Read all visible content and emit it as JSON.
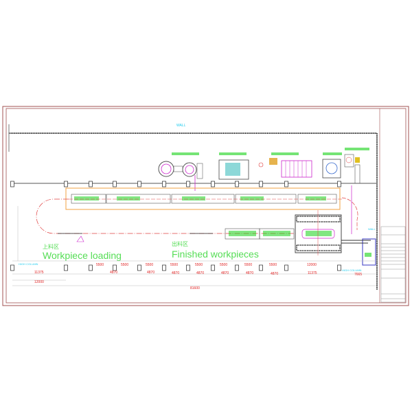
{
  "drawing": {
    "wall_label": "WALL",
    "wall_label_right": "WALL",
    "loading_zone_cn": "上料区",
    "loading_zone_en": "Workpiece loading",
    "finished_zone_cn": "出料区",
    "finished_zone_en": "Finished workpieces",
    "high_column_left": "HIGH COLUMN",
    "high_column_right": "HIGH COLUMN",
    "dimensions_top": [
      "5500",
      "5500",
      "5500",
      "5500",
      "5500",
      "5500",
      "5500",
      "5500",
      "12000"
    ],
    "dimensions_bottom": [
      "11375",
      "4870",
      "4870",
      "4870",
      "4870",
      "4870",
      "4870",
      "4870",
      "11375",
      "7665"
    ],
    "dimension_left_span": "12000",
    "dimension_total": "81600"
  },
  "colors": {
    "frame": "#a05050",
    "wall": "#333333",
    "dimension": "#e02020",
    "label_green": "#19d219",
    "conveyor_orange": "#f0a040",
    "track_red": "#e04040",
    "magenta": "#cc22cc",
    "cyan": "#22ccee"
  }
}
